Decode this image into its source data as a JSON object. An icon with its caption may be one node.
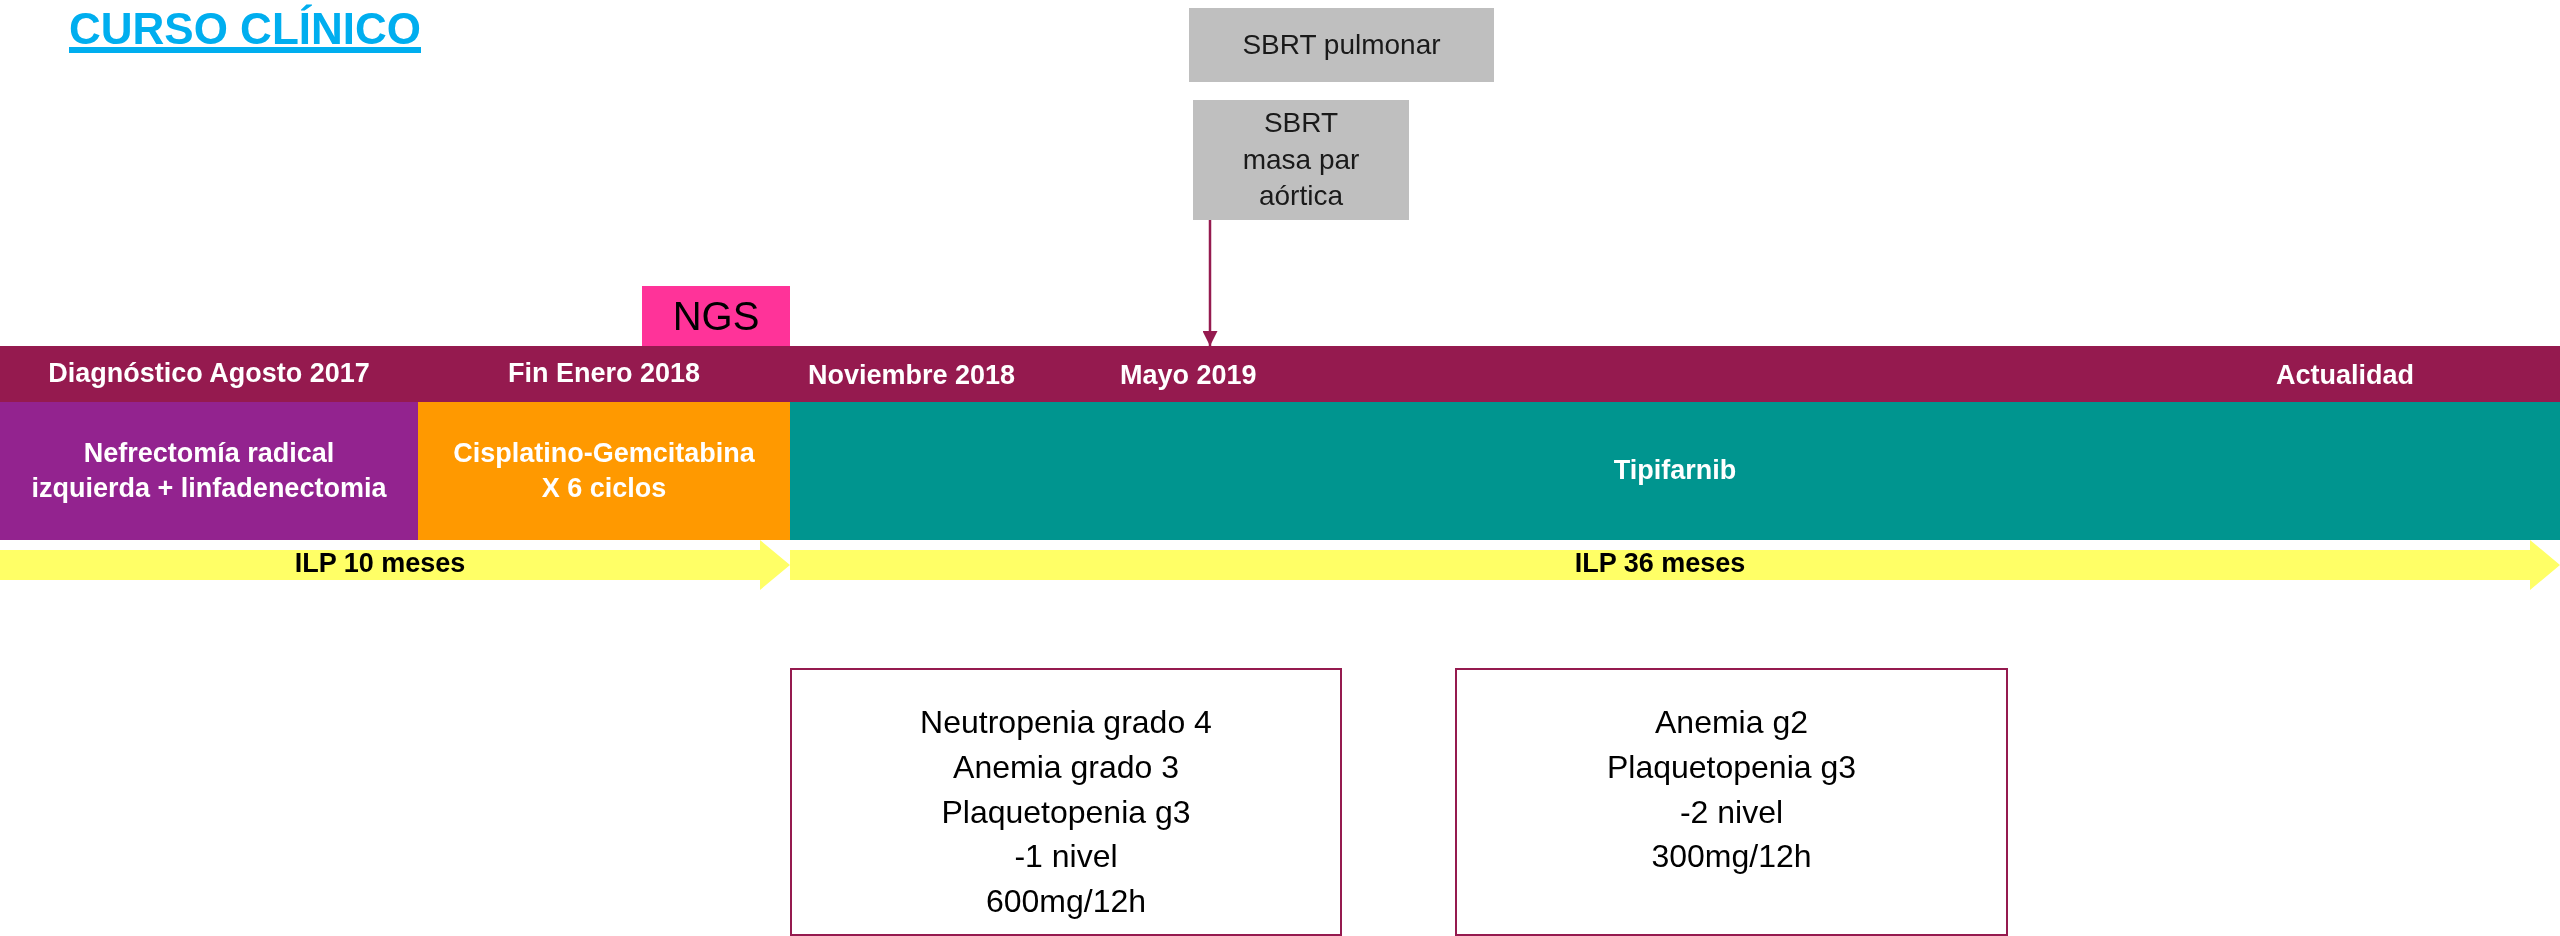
{
  "diagram": {
    "title": "CURSO CLÍNICO",
    "nodes": [
      {
        "text": [
          "NGS"
        ]
      },
      {
        "text": [
          "SBRT pulmonar"
        ]
      },
      {
        "text": [
          "SBRT masa par aórtica"
        ]
      },
      {
        "text": [
          "Diagnóstico Agosto 2017"
        ]
      },
      {
        "text": [
          "Fin Enero 2018"
        ]
      },
      {
        "text": [
          "Noviembre 2018",
          "Mayo 2019",
          "Actualidad"
        ]
      },
      {
        "text": [
          "Nefrectomía radical izquierda + linfadenectomia"
        ]
      },
      {
        "text": [
          "Cisplatino-Gemcitabina X 6 ciclos"
        ]
      },
      {
        "text": [
          "Tipifarnib"
        ]
      },
      {
        "text": [
          "ILP 10 meses"
        ]
      },
      {
        "text": [
          "ILP 36 meses"
        ]
      },
      {
        "text": [
          "Neutropenia  grado 4",
          "Anemia grado 3",
          "Plaquetopenia g3",
          "-1 nivel",
          "600mg/12h"
        ]
      },
      {
        "text": [
          "Anemia g2",
          "Plaquetopenia g3",
          "-2 nivel",
          "300mg/12h"
        ]
      }
    ],
    "edges": [
      {
        "from": 2,
        "to": 5,
        "arrow": "to"
      }
    ]
  }
}
